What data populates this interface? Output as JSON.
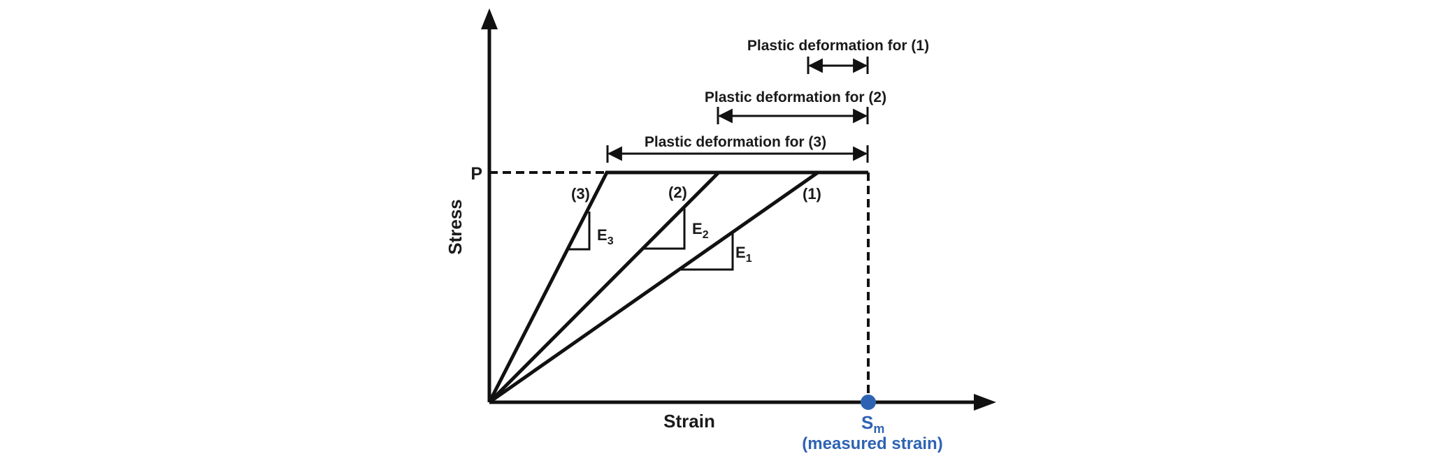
{
  "axes": {
    "y_label": "Stress",
    "x_label": "Strain",
    "p_label": "P"
  },
  "curves": [
    {
      "label": "(1)",
      "slope_label": "E",
      "slope_sub": "1"
    },
    {
      "label": "(2)",
      "slope_label": "E",
      "slope_sub": "2"
    },
    {
      "label": "(3)",
      "slope_label": "E",
      "slope_sub": "3"
    }
  ],
  "dimensions": [
    {
      "label": "Plastic deformation for (1)"
    },
    {
      "label": "Plastic deformation for (2)"
    },
    {
      "label": "Plastic deformation for (3)"
    }
  ],
  "measured": {
    "symbol": "S",
    "sub": "m",
    "caption": "(measured strain)"
  },
  "colors": {
    "line": "#111111",
    "accent": "#2e63b3"
  }
}
